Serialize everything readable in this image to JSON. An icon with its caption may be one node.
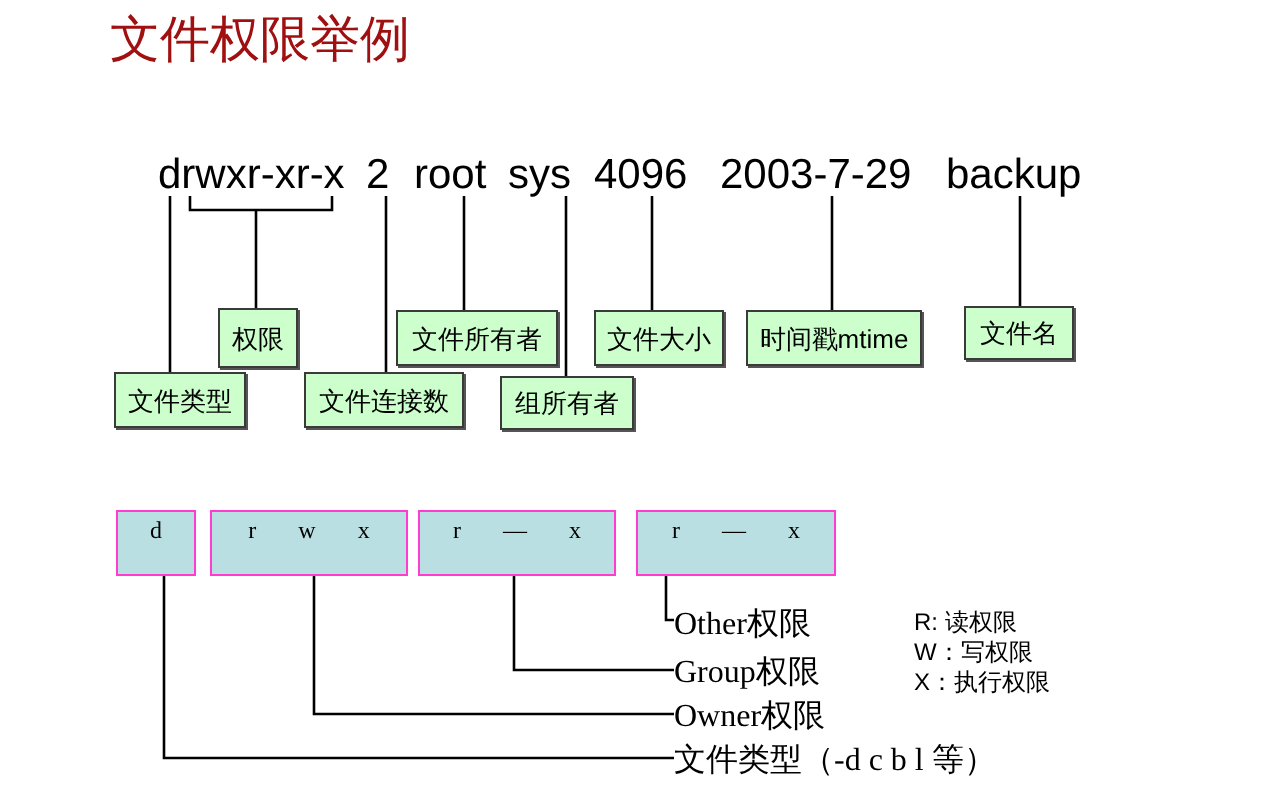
{
  "diagram": {
    "title": "文件权限举例",
    "nodes": [
      {
        "text": [
          "drwxr-xr-x"
        ]
      },
      {
        "text": [
          "2"
        ]
      },
      {
        "text": [
          "root"
        ]
      },
      {
        "text": [
          "sys"
        ]
      },
      {
        "text": [
          "4096"
        ]
      },
      {
        "text": [
          "2003-7-29"
        ]
      },
      {
        "text": [
          "backup"
        ]
      },
      {
        "text": [
          "权限"
        ]
      },
      {
        "text": [
          "文件所有者"
        ]
      },
      {
        "text": [
          "文件大小"
        ]
      },
      {
        "text": [
          "时间戳mtime"
        ]
      },
      {
        "text": [
          "文件名"
        ]
      },
      {
        "text": [
          "文件类型"
        ]
      },
      {
        "text": [
          "文件连接数"
        ]
      },
      {
        "text": [
          "组所有者"
        ]
      },
      {
        "text": [
          "d"
        ]
      },
      {
        "text": [
          "r w x"
        ]
      },
      {
        "text": [
          "r — x"
        ]
      },
      {
        "text": [
          "r — x"
        ]
      },
      {
        "text": [
          "Other权限"
        ]
      },
      {
        "text": [
          "Group权限"
        ]
      },
      {
        "text": [
          "Owner权限"
        ]
      },
      {
        "text": [
          "文件类型（-d c b l 等）"
        ]
      }
    ],
    "edges": [
      {
        "from": 7,
        "to": 0,
        "arrow": "none"
      },
      {
        "from": 12,
        "to": 0,
        "arrow": "none"
      },
      {
        "from": 13,
        "to": 1,
        "arrow": "none"
      },
      {
        "from": 8,
        "to": 2,
        "arrow": "none"
      },
      {
        "from": 14,
        "to": 3,
        "arrow": "none"
      },
      {
        "from": 9,
        "to": 4,
        "arrow": "none"
      },
      {
        "from": 10,
        "to": 5,
        "arrow": "none"
      },
      {
        "from": 11,
        "to": 6,
        "arrow": "none"
      },
      {
        "from": 19,
        "to": 18,
        "arrow": "none"
      },
      {
        "from": 20,
        "to": 17,
        "arrow": "none"
      },
      {
        "from": 21,
        "to": 16,
        "arrow": "none"
      },
      {
        "from": 22,
        "to": 15,
        "arrow": "none"
      }
    ],
    "labels": [
      "R: 读权限",
      "W：写权限",
      "X：执行权限"
    ]
  }
}
